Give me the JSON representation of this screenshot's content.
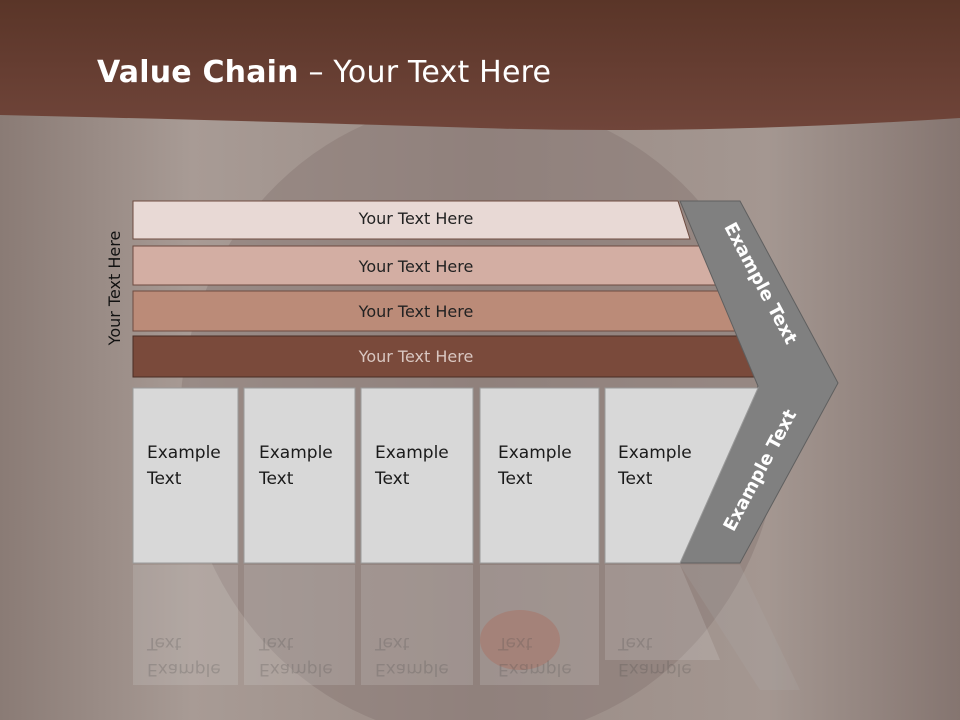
{
  "slide": {
    "title_bold": "Value Chain",
    "title_rest": " – Your Text Here",
    "side_label": "Your Text Here"
  },
  "bands": [
    {
      "label": "Your Text Here"
    },
    {
      "label": "Your Text Here"
    },
    {
      "label": "Your Text Here"
    },
    {
      "label": "Your Text Here"
    }
  ],
  "boxes": [
    {
      "line1": "Example",
      "line2": "Text"
    },
    {
      "line1": "Example",
      "line2": "Text"
    },
    {
      "line1": "Example",
      "line2": "Text"
    },
    {
      "line1": "Example",
      "line2": "Text"
    },
    {
      "line1": "Example",
      "line2": "Text"
    }
  ],
  "chevron": {
    "upper_label": "Example Text",
    "lower_label": "Example Text"
  },
  "colors": {
    "header": "#6b4032",
    "band1": "#e8d9d5",
    "band2": "#d3aea3",
    "band3": "#bb8b78",
    "band4": "#7a4a3b",
    "box": "#d8d8d8",
    "chevron": "#808080"
  }
}
